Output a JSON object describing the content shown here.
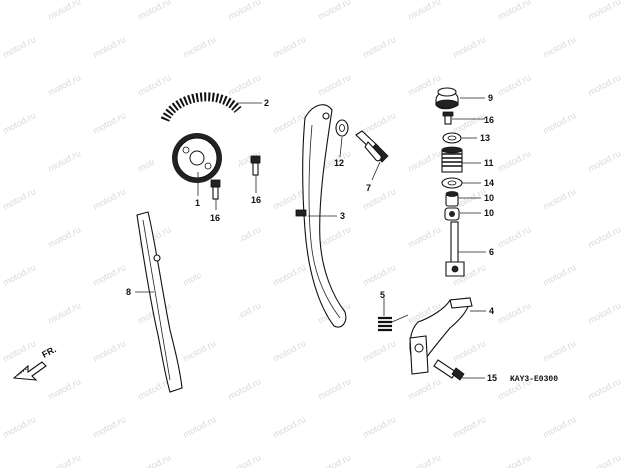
{
  "diagram": {
    "watermark": "motod.ru",
    "code": "KAY3-E0300",
    "front_label": "FR.",
    "callouts": [
      {
        "id": "c2",
        "label": "2"
      },
      {
        "id": "c1",
        "label": "1"
      },
      {
        "id": "c16a",
        "label": "16"
      },
      {
        "id": "c16b",
        "label": "16"
      },
      {
        "id": "c8",
        "label": "8"
      },
      {
        "id": "c3",
        "label": "3"
      },
      {
        "id": "c12",
        "label": "12"
      },
      {
        "id": "c7",
        "label": "7"
      },
      {
        "id": "c9",
        "label": "9"
      },
      {
        "id": "c16c",
        "label": "16"
      },
      {
        "id": "c13",
        "label": "13"
      },
      {
        "id": "c11",
        "label": "11"
      },
      {
        "id": "c14",
        "label": "14"
      },
      {
        "id": "c10a",
        "label": "10"
      },
      {
        "id": "c10b",
        "label": "10"
      },
      {
        "id": "c6",
        "label": "6"
      },
      {
        "id": "c5",
        "label": "5"
      },
      {
        "id": "c4",
        "label": "4"
      },
      {
        "id": "c15",
        "label": "15"
      }
    ]
  }
}
